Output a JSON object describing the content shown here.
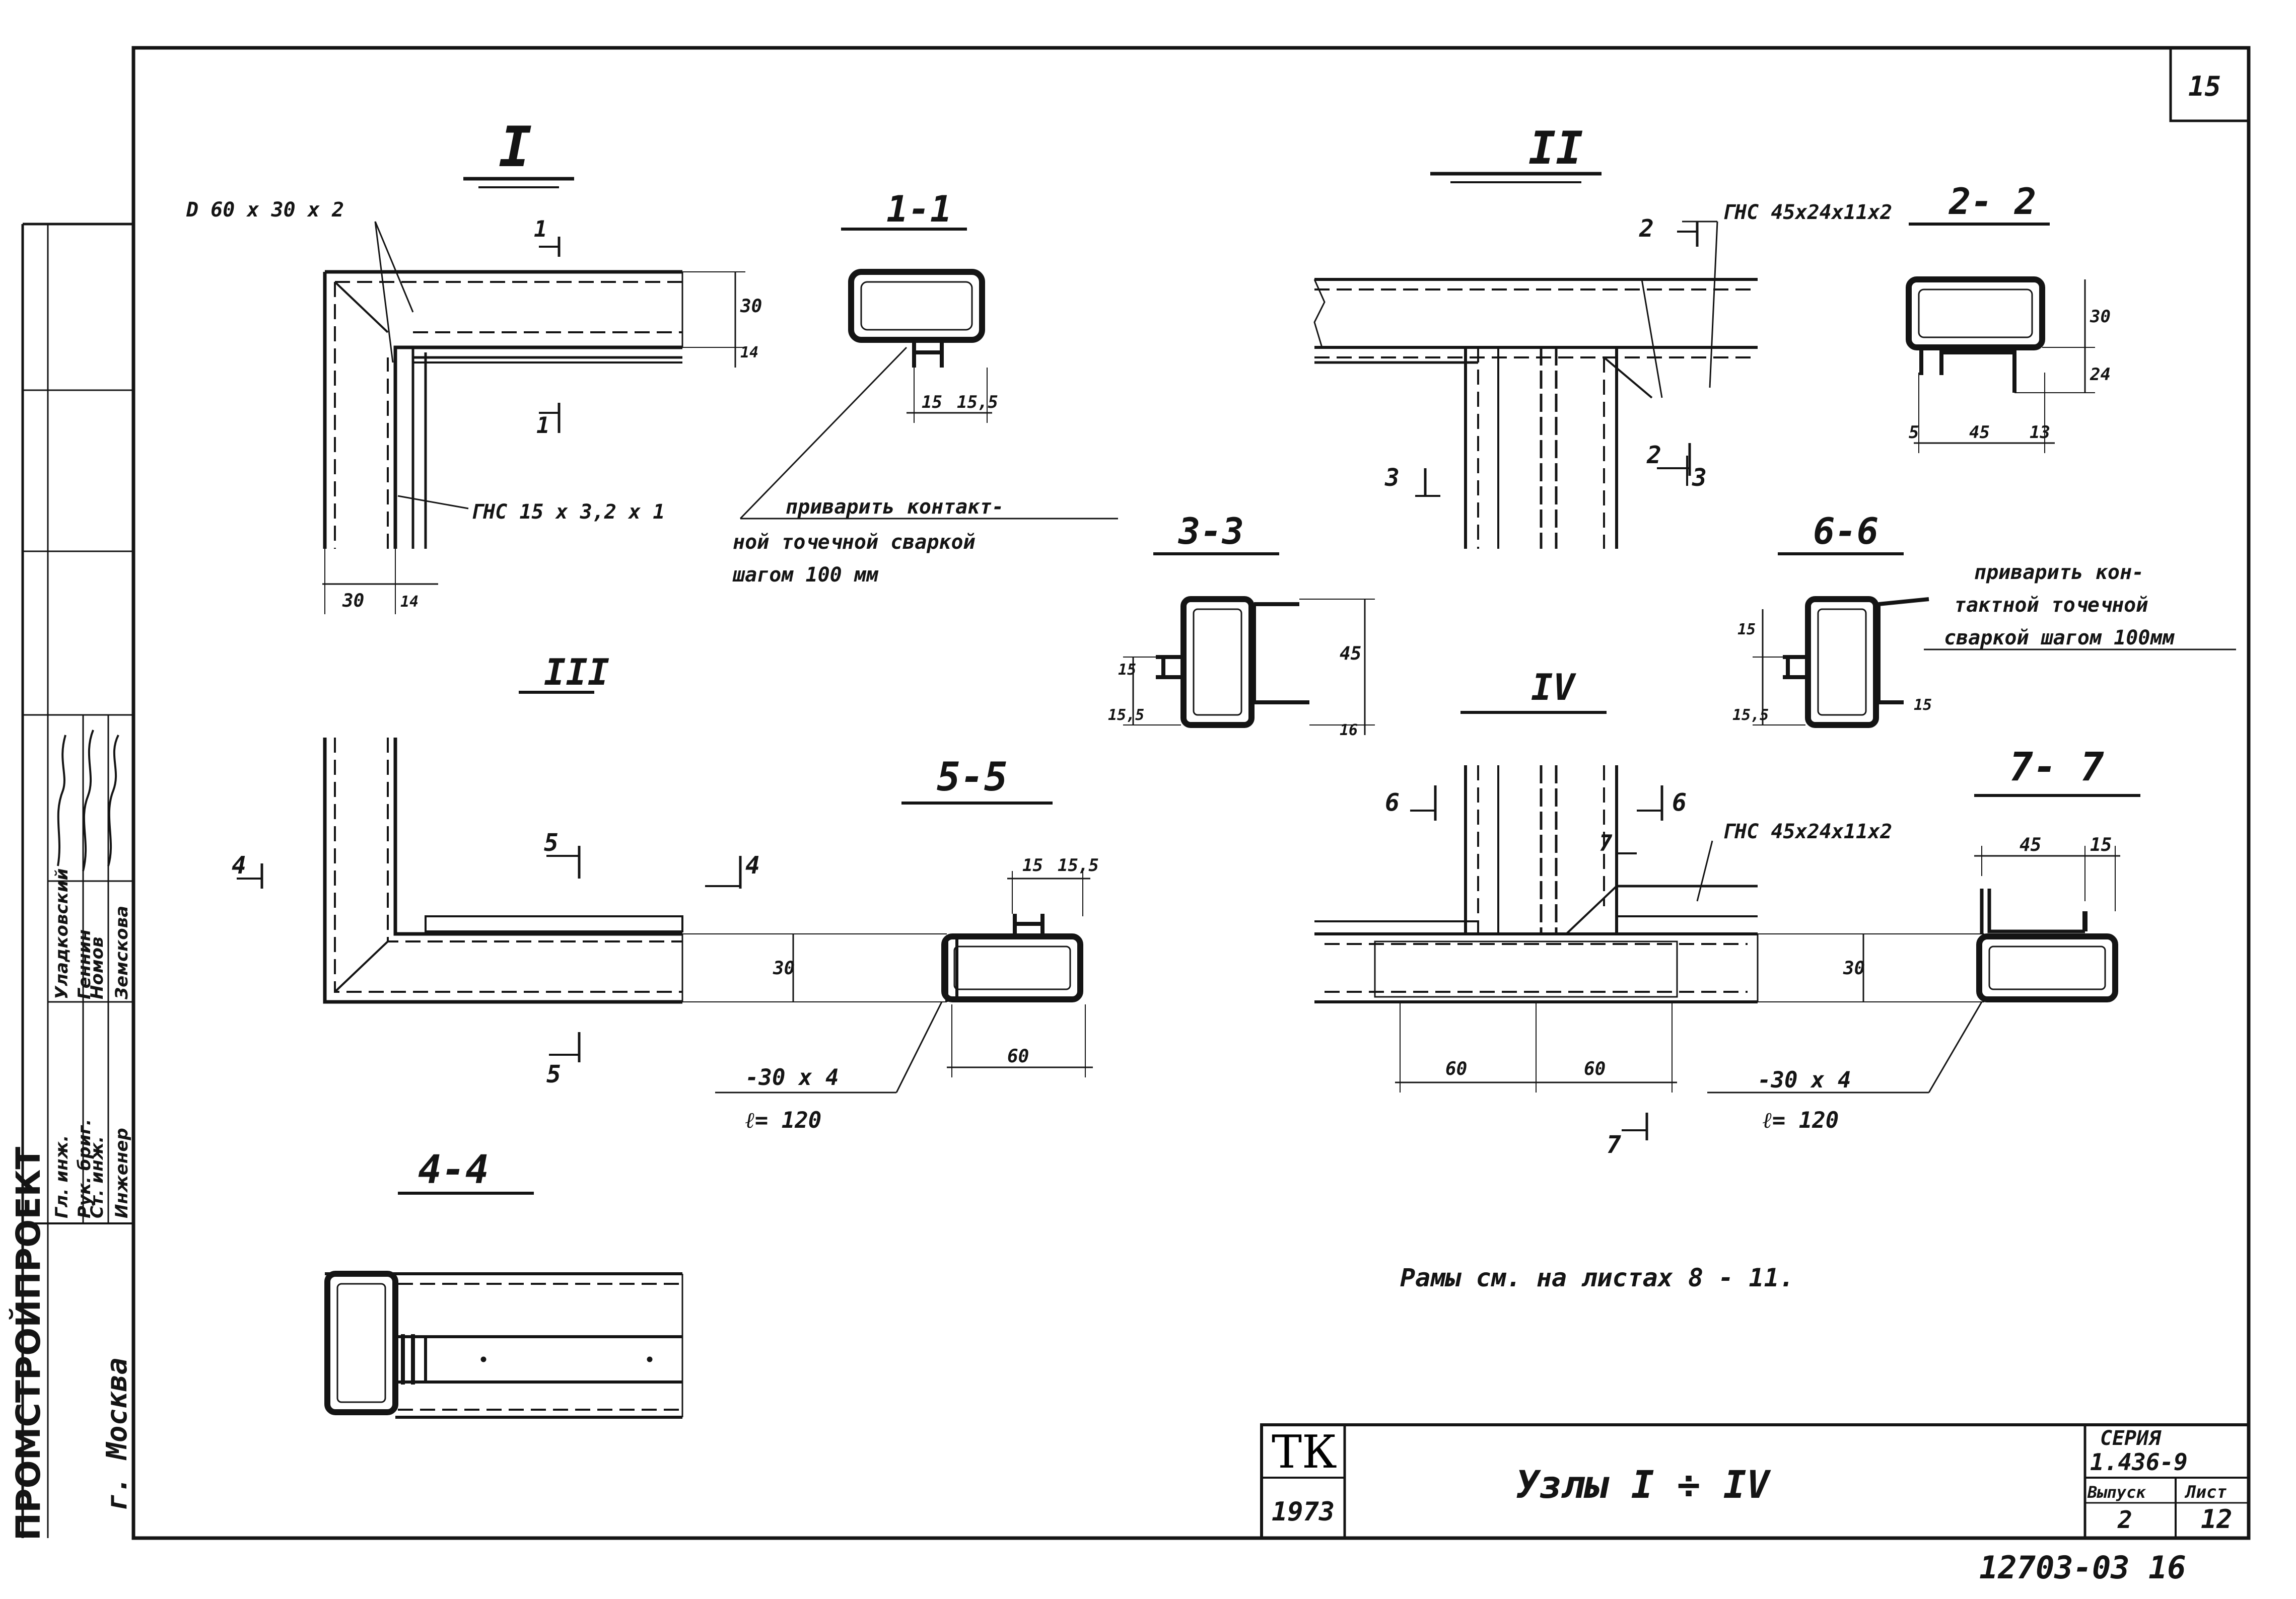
{
  "sheet_number": "15",
  "bottom_code": "12703-03  16",
  "left_stamp": {
    "org": "ПРОМСТРОЙПРОЕКТ",
    "city": "г. Москва",
    "rows": [
      {
        "role": "Гл. инж.",
        "name": "Уладковский"
      },
      {
        "role": "Рук. бриг.",
        "name": "Геннин"
      },
      {
        "role": "Ст. инж.",
        "name": "Номов"
      },
      {
        "role": "Инженер",
        "name": "Земскова"
      }
    ]
  },
  "title_block": {
    "tk": "ТК",
    "year": "1973",
    "title": "Узлы  I ÷ IV",
    "series_label": "СЕРИЯ",
    "series_value": "1.436-9",
    "issue_label": "Выпуск",
    "issue_value": "2",
    "sheet_label": "Лист",
    "sheet_value": "12"
  },
  "views": {
    "I": {
      "title": "I",
      "profile_label": "D 60 x 30 x 2",
      "channel_label": "ГНС 15 x 3,2 x 1",
      "dims": [
        "30",
        "14",
        "30",
        "14"
      ],
      "cut_mark": "1"
    },
    "II": {
      "title": "II",
      "channel_label": "ГНС 45x24x11x2",
      "cut_marks": [
        "2",
        "2",
        "3",
        "3"
      ]
    },
    "III": {
      "title": "III",
      "cut_marks": [
        "4",
        "4",
        "5",
        "5"
      ],
      "dims": [
        "30"
      ]
    },
    "IV": {
      "title": "IV",
      "channel_label": "ГНС 45x24x11x2",
      "cut_marks": [
        "6",
        "6",
        "7",
        "7"
      ],
      "dims": [
        "30",
        "60",
        "60"
      ]
    }
  },
  "sections": {
    "s1_1": {
      "title": "1-1",
      "dims": [
        "15",
        "15,5"
      ]
    },
    "s2_2": {
      "title": "2- 2",
      "dims": [
        "30",
        "24",
        "5",
        "45",
        "13"
      ]
    },
    "s3_3": {
      "title": "3-3",
      "dims": [
        "15",
        "15,5",
        "45",
        "16"
      ]
    },
    "s4_4": {
      "title": "4-4"
    },
    "s5_5": {
      "title": "5-5",
      "dims": [
        "15",
        "15,5",
        "60"
      ]
    },
    "s6_6": {
      "title": "6-6",
      "dims": [
        "15",
        "15,5",
        "15"
      ]
    },
    "s7_7": {
      "title": "7- 7",
      "dims": [
        "45",
        "15"
      ]
    }
  },
  "notes": {
    "weld_1": [
      "приварить  контакт-",
      "ной  точечной  сваркой",
      "шагом  100 мм"
    ],
    "weld_2": [
      "приварить  кон-",
      "тактной  точечной",
      "сваркой  шагом 100мм"
    ],
    "plate_a": [
      "-30 x 4",
      "ℓ= 120"
    ],
    "plate_b": [
      "-30 x 4",
      "ℓ= 120"
    ],
    "frames": "Рамы  см.  на  листах  8 - 11."
  }
}
